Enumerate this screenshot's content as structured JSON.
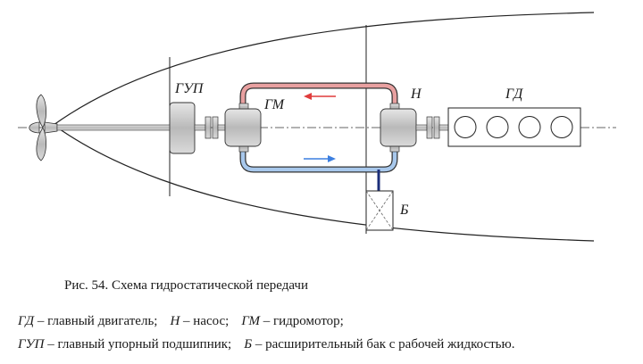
{
  "labels": {
    "gup": "ГУП",
    "gm": "ГМ",
    "n": "Н",
    "gd": "ГД",
    "b": "Б"
  },
  "caption": "Рис. 54. Схема гидростатической передачи",
  "legend": [
    [
      {
        "abbr": "ГД",
        "text": " – главный двигатель;"
      },
      {
        "abbr": "Н",
        "text": " – насос;"
      },
      {
        "abbr": "ГМ",
        "text": " – гидромотор;"
      }
    ],
    [
      {
        "abbr": "ГУП",
        "text": " – главный упорный подшипник;"
      },
      {
        "abbr": "Б",
        "text": " – расширительный бак с рабочей жидкостью."
      }
    ]
  ],
  "colors": {
    "pressure_line": "#e03c3c",
    "return_line": "#3c7fe0",
    "pipe_outline": "#333333",
    "component_fill": "#cfcfcf"
  }
}
